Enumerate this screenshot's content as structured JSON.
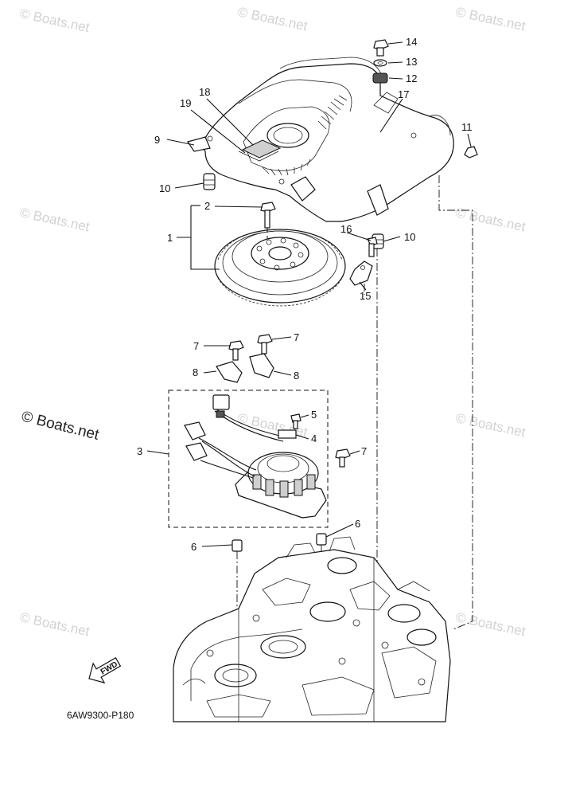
{
  "watermark": {
    "text": "© Boats.net",
    "count": 10
  },
  "brand_caption": "© Boats.net",
  "drawing_code": "6AW9300-P180",
  "fwd_label": "FWD",
  "callouts": {
    "c1": "1",
    "c2": "2",
    "c3": "3",
    "c4": "4",
    "c5": "5",
    "c6a": "6",
    "c6b": "6",
    "c7a": "7",
    "c7b": "7",
    "c7c": "7",
    "c8a": "8",
    "c8b": "8",
    "c9": "9",
    "c10a": "10",
    "c10b": "10",
    "c11": "11",
    "c12": "12",
    "c13": "13",
    "c14": "14",
    "c15": "15",
    "c16": "16",
    "c17": "17",
    "c18": "18",
    "c19": "19"
  }
}
